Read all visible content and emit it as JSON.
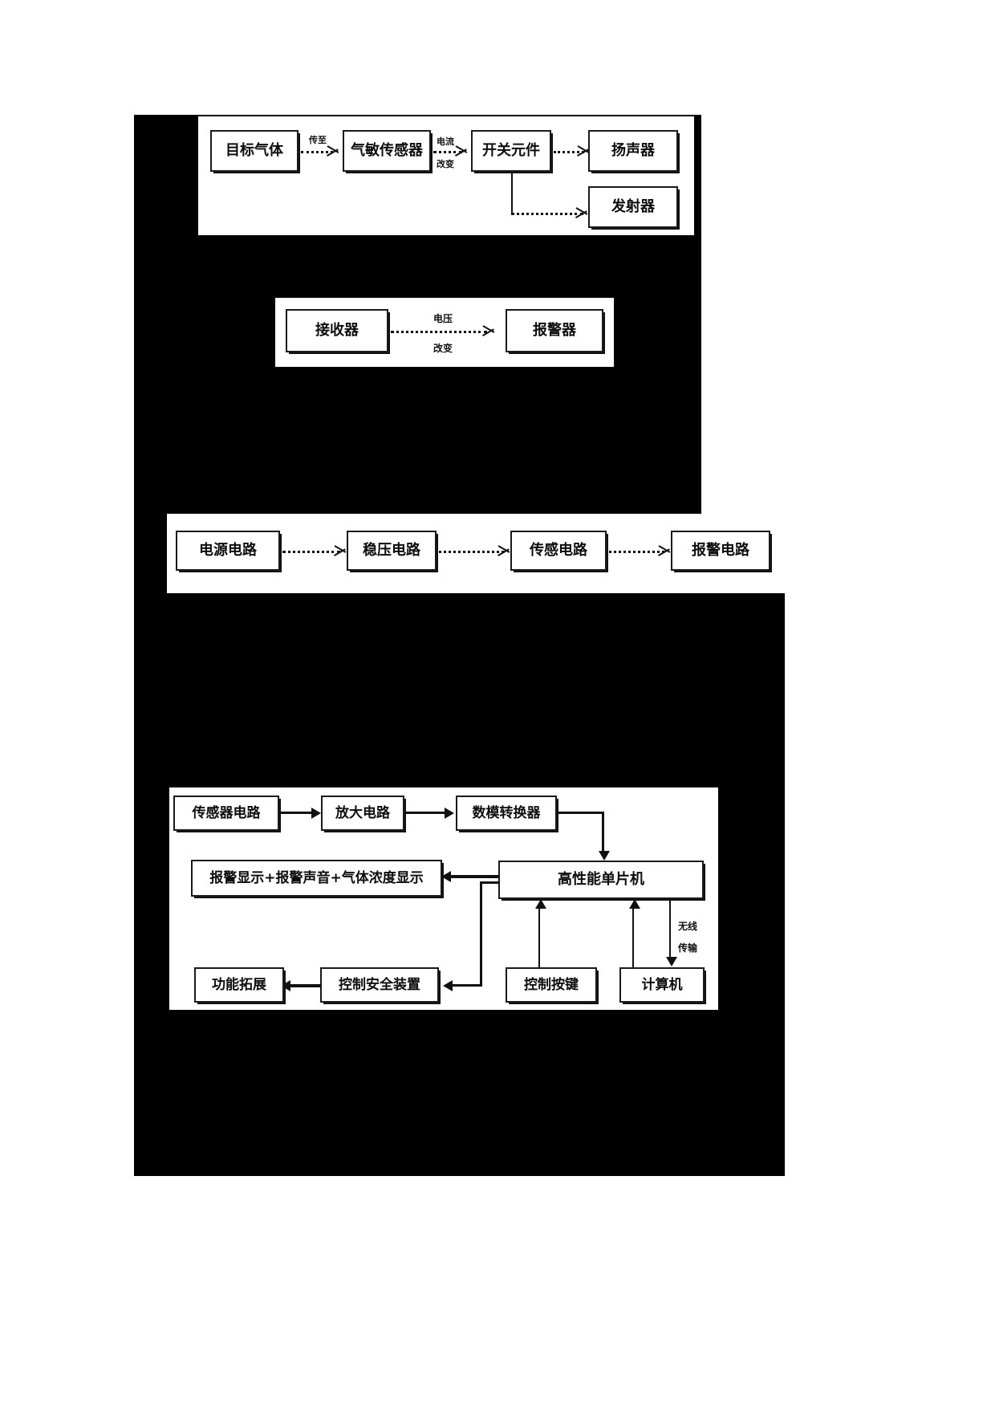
{
  "page": {
    "background": "#ffffff",
    "body_color": "#000000",
    "panel_color": "#ffffff",
    "ink_color": "#111111"
  },
  "diagram1": {
    "name": "gas-detection-transmit-flow",
    "boxes": [
      {
        "id": "target-gas",
        "label": "目标气体"
      },
      {
        "id": "gas-sensor",
        "label": "气敏传感器"
      },
      {
        "id": "switch-element",
        "label": "开关元件"
      },
      {
        "id": "speaker",
        "label": "扬声器"
      },
      {
        "id": "transmitter",
        "label": "发射器"
      }
    ],
    "edges": [
      {
        "from": "target-gas",
        "to": "gas-sensor",
        "label": "传至",
        "style": "dotted"
      },
      {
        "from": "gas-sensor",
        "to": "switch-element",
        "label_top": "电流",
        "label_bottom": "改变",
        "style": "dotted"
      },
      {
        "from": "switch-element",
        "to": "speaker",
        "label": "",
        "style": "dotted"
      },
      {
        "from": "switch-element",
        "to": "transmitter",
        "label": "",
        "style": "dotted"
      }
    ]
  },
  "diagram2": {
    "name": "receiver-alarm-flow",
    "boxes": [
      {
        "id": "receiver",
        "label": "接收器"
      },
      {
        "id": "alarm",
        "label": "报警器"
      }
    ],
    "edges": [
      {
        "from": "receiver",
        "to": "alarm",
        "label_top": "电压",
        "label_bottom": "改变",
        "style": "dotted"
      }
    ]
  },
  "diagram3": {
    "name": "circuit-chain-flow",
    "boxes": [
      {
        "id": "power-circuit",
        "label": "电源电路"
      },
      {
        "id": "regulator-circuit",
        "label": "稳压电路"
      },
      {
        "id": "sensing-circuit",
        "label": "传感电路"
      },
      {
        "id": "alarm-circuit",
        "label": "报警电路"
      }
    ],
    "edges": [
      {
        "from": "power-circuit",
        "to": "regulator-circuit",
        "style": "dotted"
      },
      {
        "from": "regulator-circuit",
        "to": "sensing-circuit",
        "style": "dotted"
      },
      {
        "from": "sensing-circuit",
        "to": "alarm-circuit",
        "style": "dotted"
      }
    ]
  },
  "diagram4": {
    "name": "mcu-system-block-diagram",
    "boxes": [
      {
        "id": "sensor-circuit",
        "label": "传感器电路"
      },
      {
        "id": "amplifier-circuit",
        "label": "放大电路"
      },
      {
        "id": "adc-converter",
        "label": "数模转换器"
      },
      {
        "id": "mcu",
        "label": "高性能单片机"
      },
      {
        "id": "alarm-display",
        "label": "报警显示+报警声音+气体浓度显示"
      },
      {
        "id": "function-expansion",
        "label": "功能拓展"
      },
      {
        "id": "safety-control",
        "label": "控制安全装置"
      },
      {
        "id": "control-keys",
        "label": "控制按键"
      },
      {
        "id": "computer",
        "label": "计算机"
      }
    ],
    "edges": [
      {
        "from": "sensor-circuit",
        "to": "amplifier-circuit",
        "style": "solid"
      },
      {
        "from": "amplifier-circuit",
        "to": "adc-converter",
        "style": "solid"
      },
      {
        "from": "adc-converter",
        "to": "mcu",
        "style": "solid"
      },
      {
        "from": "mcu",
        "to": "alarm-display",
        "style": "solid"
      },
      {
        "from": "mcu",
        "to": "safety-control",
        "style": "solid"
      },
      {
        "from": "safety-control",
        "to": "function-expansion",
        "style": "solid"
      },
      {
        "from": "control-keys",
        "to": "mcu",
        "style": "solid"
      },
      {
        "from": "computer",
        "to": "mcu",
        "style": "solid"
      },
      {
        "from": "mcu",
        "to": "computer",
        "style": "solid",
        "label_top": "无线",
        "label_bottom": "传输"
      }
    ],
    "wireless_label_top": "无线",
    "wireless_label_bottom": "传输"
  }
}
